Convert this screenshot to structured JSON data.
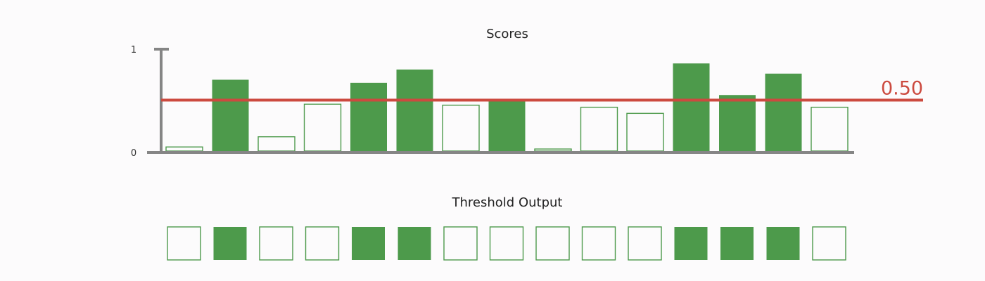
{
  "chart_data": {
    "type": "bar",
    "title": "Scores",
    "xlabel": "",
    "ylabel": "",
    "ylim": [
      0,
      1
    ],
    "yticks": [
      "0",
      "1"
    ],
    "values": [
      0.04,
      0.7,
      0.14,
      0.46,
      0.67,
      0.8,
      0.45,
      0.5,
      0.02,
      0.43,
      0.37,
      0.86,
      0.55,
      0.76,
      0.43
    ],
    "threshold": 0.5,
    "threshold_label": "0.50",
    "grid": false
  },
  "output": {
    "title": "Threshold Output",
    "values": [
      0,
      1,
      0,
      0,
      1,
      1,
      0,
      0,
      0,
      0,
      0,
      1,
      1,
      1,
      0
    ]
  },
  "colors": {
    "above": "#4d9a4b",
    "outline": "#4d9a4b",
    "threshold": "#cc4a3f",
    "axis": "#858585",
    "background": "#fcfbfc"
  }
}
